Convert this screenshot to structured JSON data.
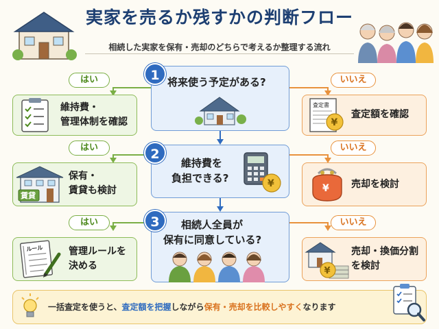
{
  "title": "実家を売るか残すかの判断フロー",
  "subtitle": "相続した実家を保有・売却のどちらで考えるか整理する流れ",
  "steps": [
    {
      "number": "1",
      "question_line1": "将来使う予定がある?",
      "question_line2": "",
      "yes_label": "はい",
      "no_label": "いいえ",
      "yes_line1": "維持費・",
      "yes_line2": "管理体制を確認",
      "no_line1": "査定額を確認",
      "no_line2": "",
      "yes_icon": "checklist-icon",
      "no_icon": "appraisal-document-icon",
      "question_icon": "house-icon",
      "document_label": "査定書"
    },
    {
      "number": "2",
      "question_line1": "維持費を",
      "question_line2": "負担できる?",
      "yes_label": "はい",
      "no_label": "いいえ",
      "yes_line1": "保有・",
      "yes_line2": "賃貸も検討",
      "no_line1": "売却を検討",
      "no_line2": "",
      "yes_icon": "rental-house-icon",
      "no_icon": "coin-purse-icon",
      "question_icon": "calculator-icon",
      "rental_sign": "賃貸"
    },
    {
      "number": "3",
      "question_line1": "相続人全員が",
      "question_line2": "保有に同意している?",
      "yes_label": "はい",
      "no_label": "いいえ",
      "yes_line1": "管理ルールを",
      "yes_line2": "決める",
      "no_line1": "売却・換価分割",
      "no_line2": "を検討",
      "yes_icon": "notebook-rules-icon",
      "no_icon": "house-with-money-icon",
      "question_icon": "family-icon",
      "notebook_label": "ルール"
    }
  ],
  "tip": {
    "part1": "一括査定を使うと、",
    "part2": "査定額を把握",
    "part3": "しながら",
    "part4": "保有・売却を比較しやすく",
    "part5": "なります"
  },
  "yen_symbol": "¥",
  "colors": {
    "title": "#1d3f72",
    "accent_blue": "#2f6bbf",
    "yes_green": "#7aae45",
    "no_orange": "#e8913c"
  }
}
